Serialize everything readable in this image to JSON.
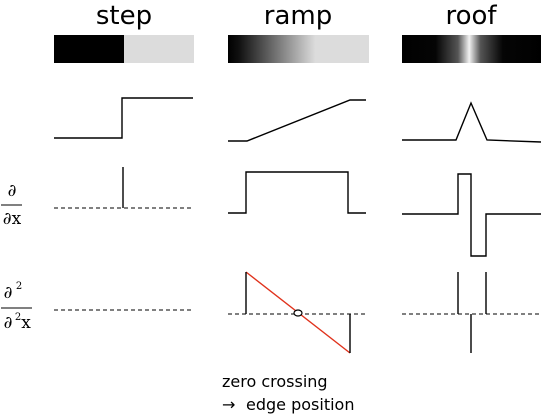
{
  "columns": [
    {
      "key": "step",
      "title": "step"
    },
    {
      "key": "ramp",
      "title": "ramp"
    },
    {
      "key": "roof",
      "title": "roof"
    }
  ],
  "row_labels": {
    "first_derivative": {
      "numerator": "∂",
      "denominator": "∂x"
    },
    "second_derivative": {
      "numerator": "∂",
      "numerator_exp": "2",
      "denominator": "∂",
      "denominator_exp": "2",
      "denominator_var": "x"
    }
  },
  "annotation": {
    "line1": "zero crossing",
    "arrow": "→",
    "line2": "edge position"
  },
  "colors": {
    "profile_stroke": "#000000",
    "second_derivative_ramp": "#e0321c",
    "dark_intensity": "#000000",
    "light_intensity": "#dcdcdc",
    "background": "#ffffff"
  }
}
